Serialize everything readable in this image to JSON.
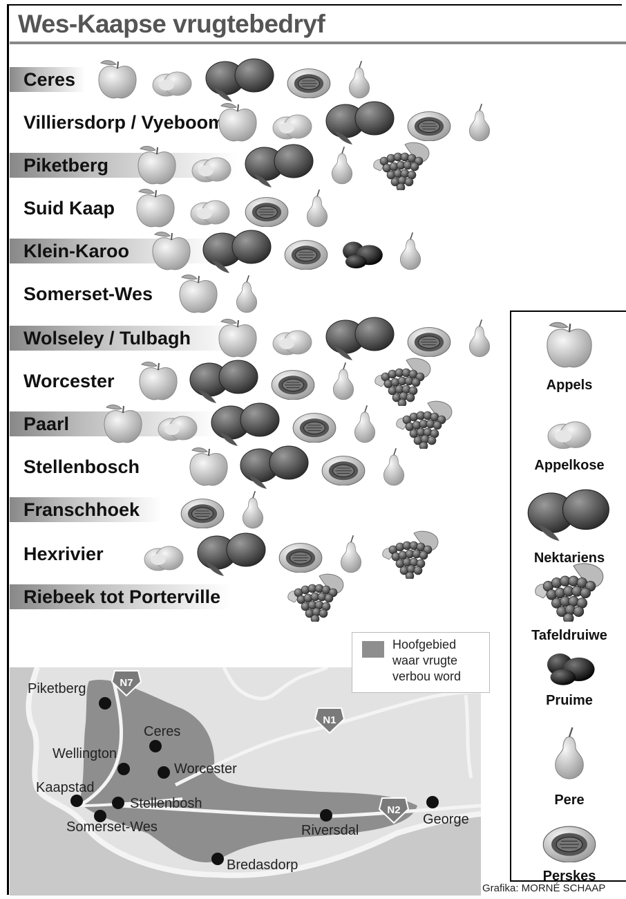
{
  "title": "Wes-Kaapse vrugtebedryf",
  "regions": [
    {
      "name": "Ceres",
      "fruits": [
        "apple",
        "apricot",
        "nectarine",
        "peach",
        "pear"
      ]
    },
    {
      "name": "Villiersdorp / Vyeboom",
      "fruits": [
        "apple",
        "apricot",
        "nectarine",
        "peach",
        "pear"
      ]
    },
    {
      "name": "Piketberg",
      "fruits": [
        "apple",
        "apricot",
        "nectarine",
        "pear",
        "grape"
      ]
    },
    {
      "name": "Suid Kaap",
      "fruits": [
        "apple",
        "apricot",
        "peach",
        "pear"
      ]
    },
    {
      "name": "Klein-Karoo",
      "fruits": [
        "apple",
        "nectarine",
        "peach",
        "plum",
        "pear"
      ]
    },
    {
      "name": "Somerset-Wes",
      "fruits": [
        "apple",
        "pear"
      ]
    },
    {
      "name": "Wolseley / Tulbagh",
      "fruits": [
        "apple",
        "apricot",
        "nectarine",
        "peach",
        "pear"
      ]
    },
    {
      "name": "Worcester",
      "fruits": [
        "apple",
        "nectarine",
        "peach",
        "pear",
        "grape"
      ]
    },
    {
      "name": "Paarl",
      "fruits": [
        "apple",
        "apricot",
        "nectarine",
        "peach",
        "pear",
        "grape"
      ]
    },
    {
      "name": "Stellenbosch",
      "fruits": [
        "apple",
        "nectarine",
        "peach",
        "pear"
      ]
    },
    {
      "name": "Franschhoek",
      "fruits": [
        "peach",
        "pear"
      ]
    },
    {
      "name": "Hexrivier",
      "fruits": [
        "apricot",
        "nectarine",
        "peach",
        "pear",
        "grape"
      ]
    },
    {
      "name": "Riebeek tot Porterville",
      "fruits": [
        "grape"
      ]
    }
  ],
  "legend": [
    {
      "icon": "apple",
      "label": "Appels"
    },
    {
      "icon": "apricot",
      "label": "Appelkose"
    },
    {
      "icon": "nectarine",
      "label": "Nektariens"
    },
    {
      "icon": "grape",
      "label": "Tafeldruiwe"
    },
    {
      "icon": "plum",
      "label": "Pruime"
    },
    {
      "icon": "pear",
      "label": "Pere"
    },
    {
      "icon": "peach",
      "label": "Perskes"
    }
  ],
  "map": {
    "legend_text": [
      "Hoofgebied",
      "waar vrugte",
      "verbou word"
    ],
    "cities": [
      "Piketberg",
      "Ceres",
      "Wellington",
      "Worcester",
      "Kaapstad",
      "Stellenbosh",
      "Somerset-Wes",
      "Riversdal",
      "George",
      "Bredasdorp"
    ],
    "routes": [
      "N7",
      "N1",
      "N2"
    ]
  },
  "credit": "Grafika: MORNÉ SCHAAP"
}
